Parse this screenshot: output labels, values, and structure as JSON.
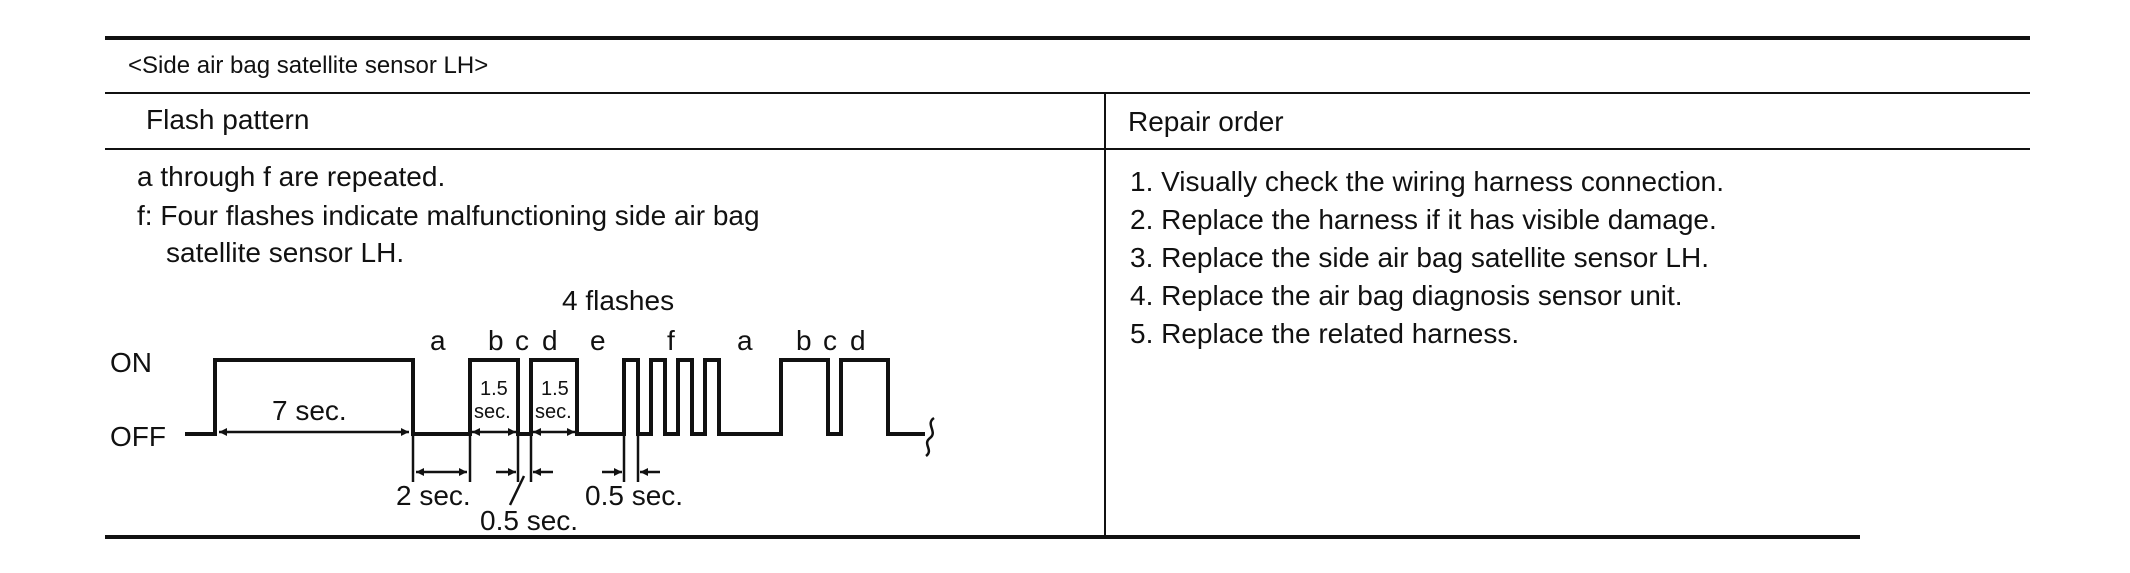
{
  "section_title": "<Side air bag satellite sensor LH>",
  "columns": {
    "flash_pattern": "Flash pattern",
    "repair_order": "Repair order"
  },
  "flash_pattern": {
    "note_line1": "a through f are repeated.",
    "note_line2": "f: Four  flashes  indicate malfunctioning side air bag",
    "note_line3": "satellite sensor LH.",
    "diagram": {
      "flashes_label": "4 flashes",
      "on_label": "ON",
      "off_label": "OFF",
      "segment_labels": [
        "a",
        "b",
        "c",
        "d",
        "e",
        "f",
        "a",
        "b",
        "c",
        "d"
      ],
      "durations": {
        "seven_sec": "7 sec.",
        "two_sec": "2 sec.",
        "half_sec_lower": "0.5 sec.",
        "half_sec_right": "0.5 sec.",
        "b_top": "1.5",
        "b_bottom": "sec.",
        "d_top": "1.5",
        "d_bottom": "sec."
      }
    }
  },
  "repair_order": {
    "steps": [
      "1. Visually check the wiring harness connection.",
      "2. Replace the harness if it has visible damage.",
      "3. Replace the side air bag satellite sensor LH.",
      "4. Replace the air bag diagnosis sensor unit.",
      "5. Replace the related harness."
    ]
  }
}
